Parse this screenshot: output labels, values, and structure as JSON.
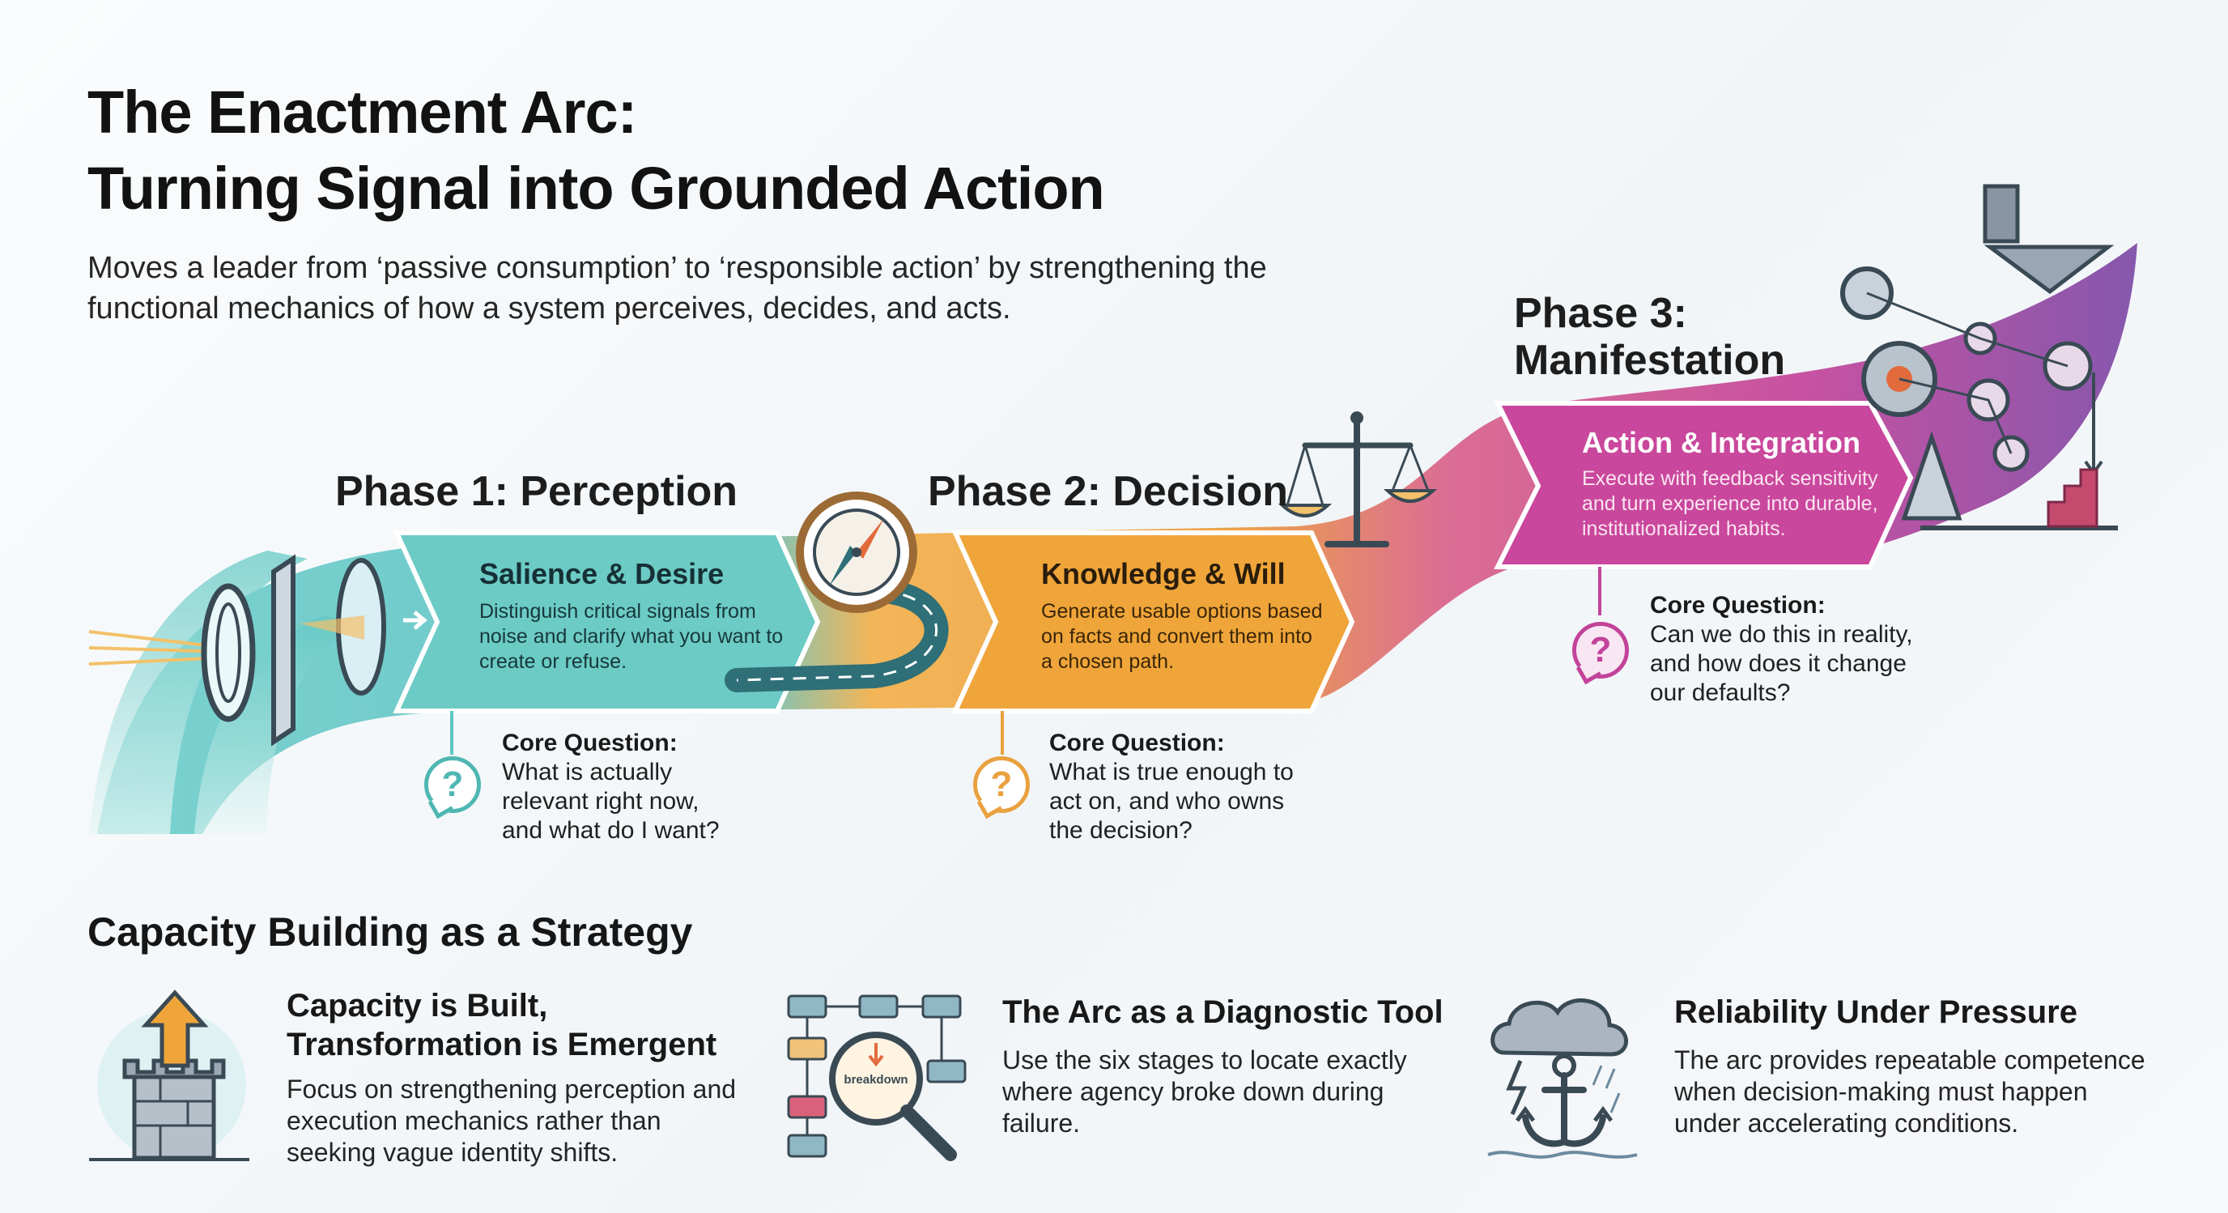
{
  "header": {
    "title_line1": "The Enactment Arc:",
    "title_line2": "Turning Signal into Grounded Action",
    "subtitle": "Moves a leader from ‘passive consumption’ to ‘responsible action’ by strengthening the functional mechanics of how a system perceives, decides, and acts."
  },
  "phases": [
    {
      "title": "Phase 1: Perception",
      "card_title": "Salience & Desire",
      "card_text": "Distinguish critical signals from noise and clarify what you want to create or refuse.",
      "core_question_label": "Core Question:",
      "core_question": "What is actually relevant right now, and what do I want?",
      "color": "#5cc6c1",
      "icon": "lens-icon"
    },
    {
      "title": "Phase 2: Decision",
      "card_title": "Knowledge & Will",
      "card_text": "Generate usable options based on facts and convert them into a chosen path.",
      "core_question_label": "Core Question:",
      "core_question": "What is true enough to act on, and who owns the decision?",
      "color": "#f0a53a",
      "icon": "compass-icon"
    },
    {
      "title_line1": "Phase 3:",
      "title_line2": "Manifestation",
      "card_title": "Action & Integration",
      "card_text": "Execute with feedback sensitivity and turn experience into durable, institutionalized habits.",
      "core_question_label": "Core Question:",
      "core_question": "Can we do this in reality, and how does it change our defaults?",
      "color": "#c2439a",
      "icon": "machinery-icon"
    }
  ],
  "strategy": {
    "heading": "Capacity Building as a Strategy",
    "items": [
      {
        "title_line1": "Capacity is Built,",
        "title_line2": "Transformation is Emergent",
        "text": "Focus on strengthening perception and execution mechanics rather than seeking vague identity shifts.",
        "icon": "castle-arrow-icon"
      },
      {
        "title": "The Arc as a Diagnostic Tool",
        "text": "Use the six stages to locate exactly where agency broke down during failure.",
        "icon": "flowchart-magnifier-icon",
        "icon_label": "breakdown"
      },
      {
        "title": "Reliability Under Pressure",
        "text": "The arc provides repeatable competence when decision-making must happen under accelerating conditions.",
        "icon": "storm-anchor-icon"
      }
    ]
  },
  "colors": {
    "teal": "#5cc6c1",
    "orange": "#f0a53a",
    "magenta": "#c2439a",
    "purple": "#7c4aa6"
  }
}
